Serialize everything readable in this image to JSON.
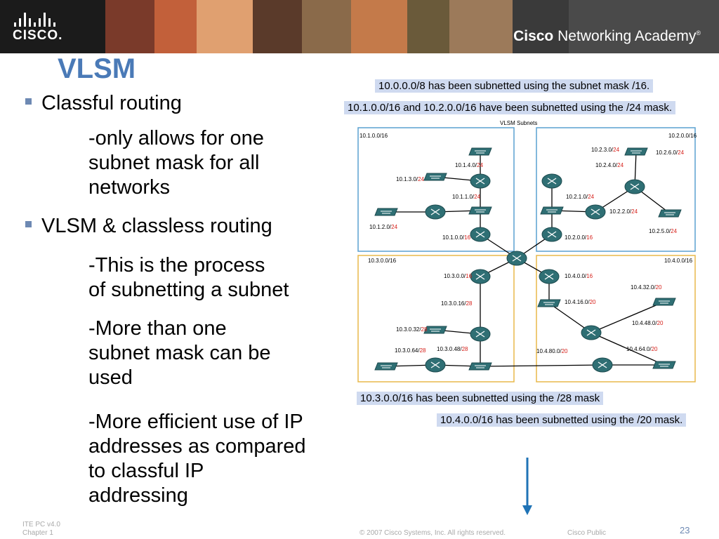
{
  "header": {
    "logo_text": "CISCO.",
    "academy_text_1": "Cisco",
    "academy_text_2": " Networking Academy",
    "academy_mark": "®"
  },
  "slide": {
    "title": "VLSM",
    "bullet_1": "Classful routing",
    "sub_1": "-only allows for one\nsubnet mask for all\nnetworks",
    "bullet_2": "VLSM & classless routing",
    "sub_2": "-This is the process\nof subnetting a subnet",
    "sub_3": "-More than one\nsubnet mask can be\nused",
    "sub_4": "-More efficient use of IP\naddresses as compared\nto classful IP\naddressing"
  },
  "callouts": {
    "c1": "10.0.0.0/8 has been subnetted using the subnet mask /16.",
    "c2": "10.1.0.0/16 and 10.2.0.0/16 have been subnetted using the /24 mask.",
    "c3": "10.3.0.0/16 has been subnetted using the /28 mask",
    "c4": "10.4.0.0/16 has been subnetted using the /20 mask."
  },
  "diagram": {
    "title": "VLSM Subnets",
    "labels": [
      {
        "id": "tl-net",
        "base": "10.1.0.0/16",
        "mask": ""
      },
      {
        "id": "tr-net",
        "base": "10.2.0.0/16",
        "mask": ""
      },
      {
        "id": "bl-net",
        "base": "10.3.0.0/16",
        "mask": ""
      },
      {
        "id": "br-net",
        "base": "10.4.0.0/16",
        "mask": ""
      },
      {
        "id": "a1",
        "base": "10.1.4.0/",
        "mask": "24"
      },
      {
        "id": "a2",
        "base": "10.1.3.0/",
        "mask": "24"
      },
      {
        "id": "a3",
        "base": "10.1.1.0/",
        "mask": "24"
      },
      {
        "id": "a4",
        "base": "10.1.2.0/",
        "mask": "24"
      },
      {
        "id": "a5",
        "base": "10.1.0.0/",
        "mask": "16"
      },
      {
        "id": "b1",
        "base": "10.2.3.0/",
        "mask": "24"
      },
      {
        "id": "b2",
        "base": "10.2.6.0/",
        "mask": "24"
      },
      {
        "id": "b3",
        "base": "10.2.4.0/",
        "mask": "24"
      },
      {
        "id": "b4",
        "base": "10.2.1.0/",
        "mask": "24"
      },
      {
        "id": "b5",
        "base": "10.2.2.0/",
        "mask": "24"
      },
      {
        "id": "b6",
        "base": "10.2.5.0/",
        "mask": "24"
      },
      {
        "id": "b7",
        "base": "10.2.0.0/",
        "mask": "16"
      },
      {
        "id": "c1",
        "base": "10.3.0.0/",
        "mask": "16"
      },
      {
        "id": "c2",
        "base": "10.3.0.16/",
        "mask": "28"
      },
      {
        "id": "c3",
        "base": "10.3.0.32/",
        "mask": "28"
      },
      {
        "id": "c4",
        "base": "10.3.0.48/",
        "mask": "28"
      },
      {
        "id": "c5",
        "base": "10.3.0.64/",
        "mask": "28"
      },
      {
        "id": "d1",
        "base": "10.4.0.0/",
        "mask": "16"
      },
      {
        "id": "d2",
        "base": "10.4.32.0/",
        "mask": "20"
      },
      {
        "id": "d3",
        "base": "10.4.16.0/",
        "mask": "20"
      },
      {
        "id": "d4",
        "base": "10.4.48.0/",
        "mask": "20"
      },
      {
        "id": "d5",
        "base": "10.4.80.0/",
        "mask": "20"
      },
      {
        "id": "d6",
        "base": "10.4.64.0/",
        "mask": "20"
      }
    ]
  },
  "footer": {
    "course_1": "ITE PC v4.0",
    "course_2": "Chapter 1",
    "copyright": "© 2007 Cisco Systems, Inc. All rights reserved.",
    "classification": "Cisco Public",
    "page": "23"
  },
  "colors": {
    "title": "#4a7ab7",
    "bullet": "#6d89b3",
    "callout_bg": "#cfdaf0",
    "box_top": "#5aa0d0",
    "box_bottom": "#e8b84a",
    "mask_red": "#d6201a",
    "device": "#2f6f74",
    "arrow": "#1f73b6"
  }
}
